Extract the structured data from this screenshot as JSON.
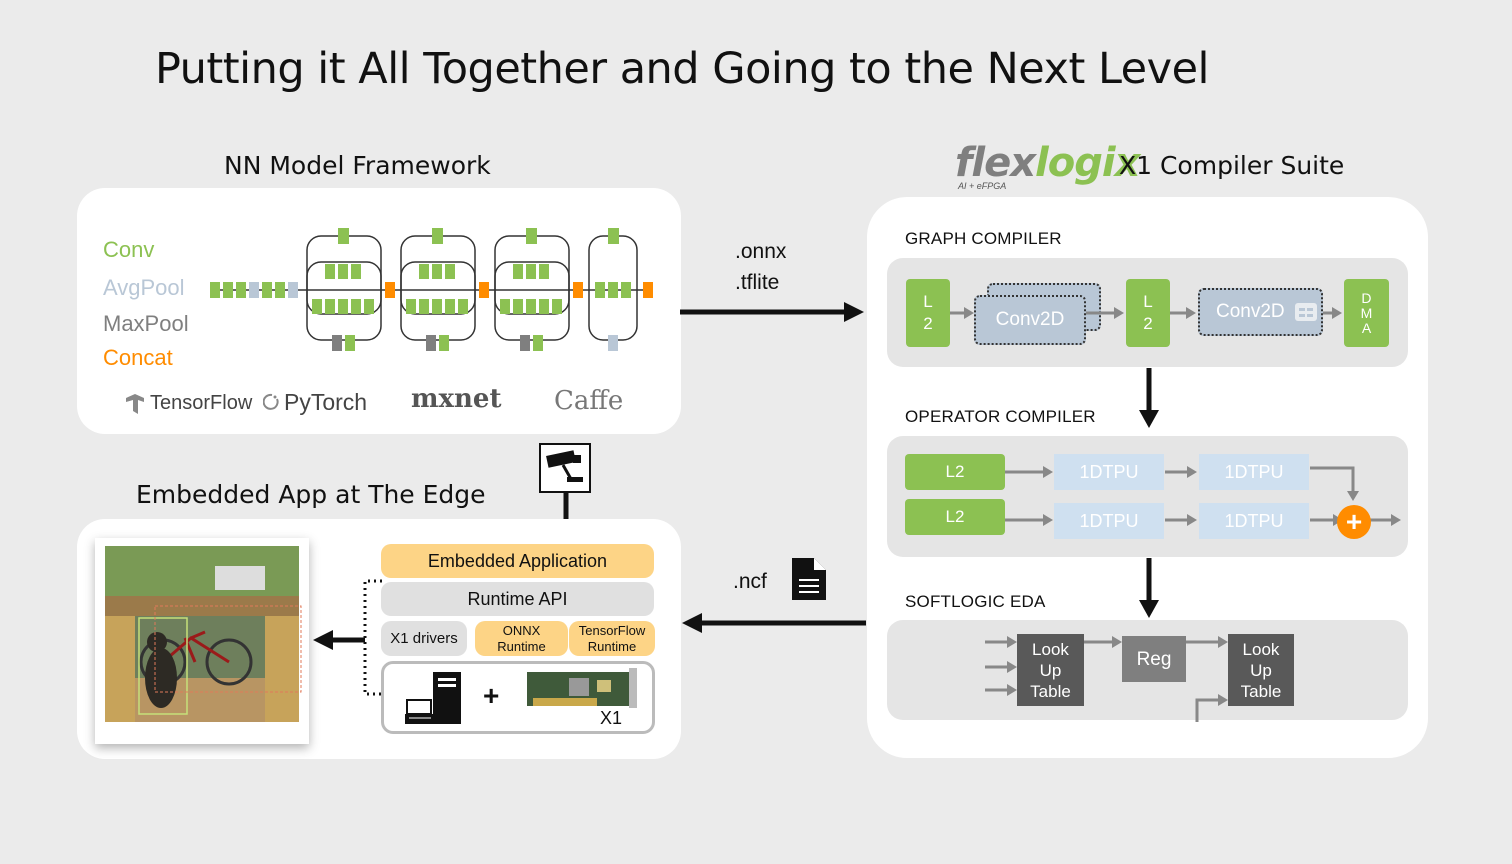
{
  "title": "Putting it All Together and Going to the Next Level",
  "nn_framework": {
    "heading": "NN Model Framework",
    "legend": [
      {
        "label": "Conv",
        "color": "#8cc152"
      },
      {
        "label": "AvgPool",
        "color": "#b9c7d6"
      },
      {
        "label": "MaxPool",
        "color": "#7f7f7f"
      },
      {
        "label": "Concat",
        "color": "#ff8c00"
      }
    ],
    "frameworks": [
      "TensorFlow",
      "PyTorch",
      "mxnet",
      "Caffe"
    ]
  },
  "arrow_formats": {
    "onnx": ".onnx",
    "tflite": ".tflite",
    "ncf": ".ncf"
  },
  "compiler_suite": {
    "logo": "flexlogix",
    "logo_tagline": "AI + eFPGA",
    "heading": "X1 Compiler Suite",
    "graph_compiler": {
      "label": "GRAPH COMPILER",
      "blocks": [
        "L\n2",
        "Conv2D",
        "L\n2",
        "Conv2D",
        "D\nM\nA"
      ]
    },
    "operator_compiler": {
      "label": "OPERATOR COMPILER",
      "rows": [
        {
          "input": "L2",
          "stages": [
            "1DTPU",
            "1DTPU"
          ]
        },
        {
          "input": "L2",
          "stages": [
            "1DTPU",
            "1DTPU"
          ]
        }
      ]
    },
    "softlogic_eda": {
      "label": "SOFTLOGIC EDA",
      "lut1": "Look\nUp\nTable",
      "reg": "Reg",
      "lut2": "Look\nUp\nTable"
    }
  },
  "embedded": {
    "heading": "Embedded App at The Edge",
    "stack": {
      "app": "Embedded Application",
      "runtime": "Runtime API",
      "drivers": "X1 drivers",
      "onnx_rt": "ONNX\nRuntime",
      "tf_rt": "TensorFlow\nRuntime",
      "plus": "+",
      "board": "X1"
    }
  },
  "colors": {
    "conv": "#8cc152",
    "avgpool": "#b9c7d6",
    "maxpool": "#7f7f7f",
    "concat": "#ff8c00",
    "app_yellow": "#fdd486"
  }
}
